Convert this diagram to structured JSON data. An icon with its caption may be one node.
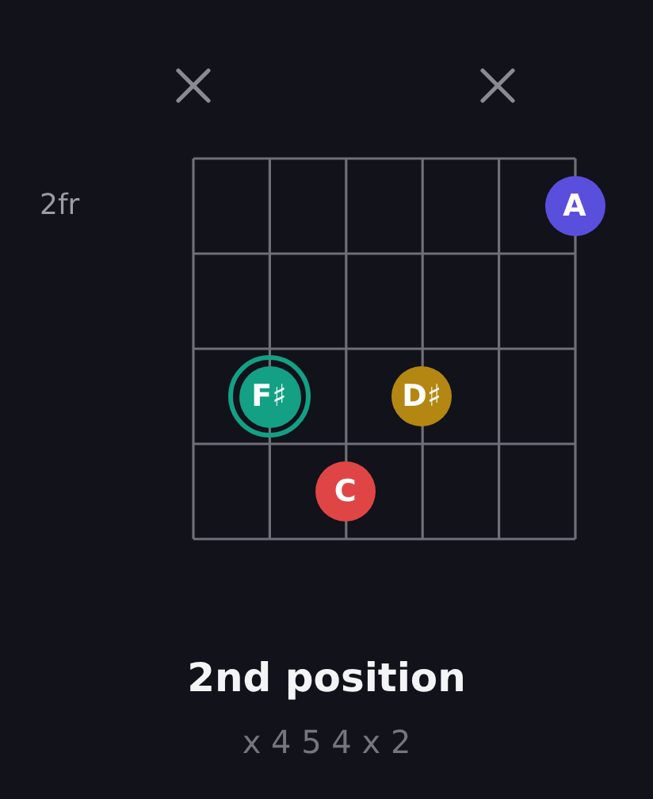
{
  "diagram": {
    "title": "2nd position",
    "nodes": [
      {
        "text": [
          "A"
        ]
      },
      {
        "text": [
          "F♯"
        ]
      },
      {
        "text": [
          "D♯"
        ]
      },
      {
        "text": [
          "C"
        ]
      }
    ],
    "labels": [
      "2fr",
      "x 4 5 4 x 2"
    ]
  }
}
